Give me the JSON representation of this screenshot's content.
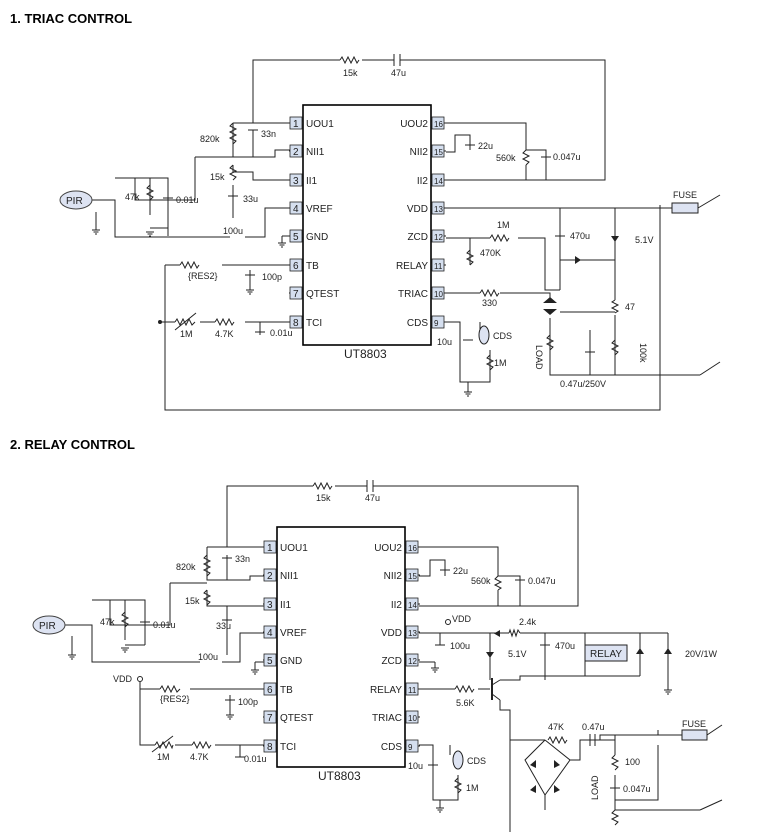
{
  "section1": {
    "title": "1.   TRIAC CONTROL",
    "chip": "UT8803",
    "left_pins": [
      {
        "num": "1",
        "name": "UOU1"
      },
      {
        "num": "2",
        "name": "NII1"
      },
      {
        "num": "3",
        "name": "II1"
      },
      {
        "num": "4",
        "name": "VREF"
      },
      {
        "num": "5",
        "name": "GND"
      },
      {
        "num": "6",
        "name": "TB"
      },
      {
        "num": "7",
        "name": "QTEST"
      },
      {
        "num": "8",
        "name": "TCI"
      }
    ],
    "right_pins": [
      {
        "num": "16",
        "name": "UOU2"
      },
      {
        "num": "15",
        "name": "NII2"
      },
      {
        "num": "14",
        "name": "II2"
      },
      {
        "num": "13",
        "name": "VDD"
      },
      {
        "num": "12",
        "name": "ZCD"
      },
      {
        "num": "11",
        "name": "RELAY"
      },
      {
        "num": "10",
        "name": "TRIAC"
      },
      {
        "num": "9",
        "name": "CDS"
      }
    ],
    "labels": {
      "r_top": "15k",
      "c_top": "47u",
      "r820": "820k",
      "c33n": "33n",
      "r15k": "15k",
      "c33u": "33u",
      "c100u": "100u",
      "pir": "PIR",
      "r47k": "47k",
      "c001": "0.01u",
      "res2": "{RES2}",
      "c100p": "100p",
      "r1m": "1M",
      "r47": "4.7K",
      "c001b": "0.01u",
      "c22u": "22u",
      "r560k": "560k",
      "c0047": "0.047u",
      "fuse": "FUSE",
      "r1m_zcd": "1M",
      "c470u": "470u",
      "z51": "5.1V",
      "r470k": "470K",
      "r330": "330",
      "r47ohm": "47",
      "r100k": "100k",
      "load": "LOAD",
      "c047": "0.47u/250V",
      "c10u": "10u",
      "cds": "CDS",
      "cds1m": "1M"
    }
  },
  "section2": {
    "title": "2.   RELAY CONTROL",
    "chip": "UT8803",
    "left_pins": [
      {
        "num": "1",
        "name": "UOU1"
      },
      {
        "num": "2",
        "name": "NII1"
      },
      {
        "num": "3",
        "name": "II1"
      },
      {
        "num": "4",
        "name": "VREF"
      },
      {
        "num": "5",
        "name": "GND"
      },
      {
        "num": "6",
        "name": "TB"
      },
      {
        "num": "7",
        "name": "QTEST"
      },
      {
        "num": "8",
        "name": "TCI"
      }
    ],
    "right_pins": [
      {
        "num": "16",
        "name": "UOU2"
      },
      {
        "num": "15",
        "name": "NII2"
      },
      {
        "num": "14",
        "name": "II2"
      },
      {
        "num": "13",
        "name": "VDD"
      },
      {
        "num": "12",
        "name": "ZCD"
      },
      {
        "num": "11",
        "name": "RELAY"
      },
      {
        "num": "10",
        "name": "TRIAC"
      },
      {
        "num": "9",
        "name": "CDS"
      }
    ],
    "labels": {
      "r_top": "15k",
      "c_top": "47u",
      "r820": "820k",
      "c33n": "33n",
      "r15k": "15k",
      "c33u": "33u",
      "c100u": "100u",
      "pir": "PIR",
      "r47k": "47k",
      "c001": "0.01u",
      "vdd_left": "VDD",
      "res2": "{RES2}",
      "c100p": "100p",
      "r1m": "1M",
      "r47": "4.7K",
      "c001b": "0.01u",
      "c22u": "22u",
      "r560k": "560k",
      "c0047": "0.047u",
      "vdd_net": "VDD",
      "c100u_vdd": "100u",
      "r24k": "2.4k",
      "z51": "5.1V",
      "c470u": "470u",
      "relay": "RELAY",
      "z20v": "20V/1W",
      "r56k": "5.6K",
      "r47k_ac": "47K",
      "c047u": "0.47u",
      "fuse": "FUSE",
      "r100": "100",
      "c0047b": "0.047u",
      "load": "LOAD",
      "c10u": "10u",
      "cds": "CDS",
      "cds1m": "1M"
    }
  }
}
